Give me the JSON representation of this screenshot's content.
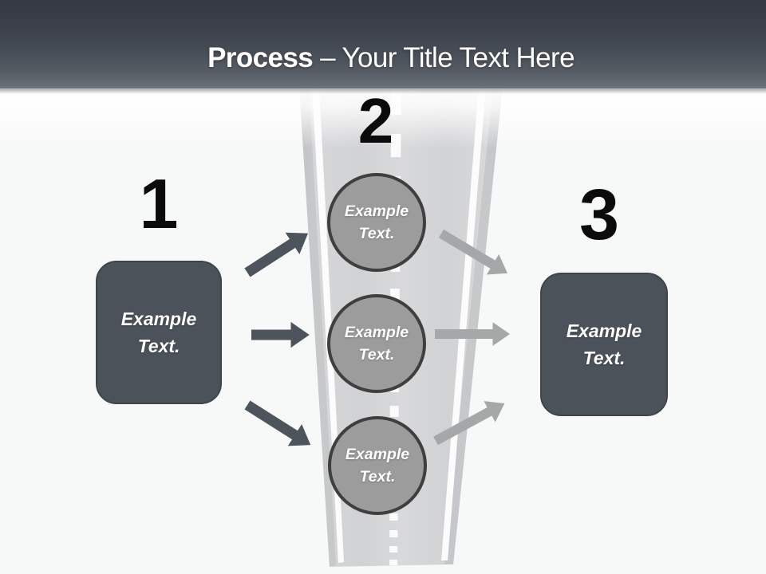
{
  "title": {
    "bold": "Process",
    "rest": "– Your Title Text Here"
  },
  "steps": {
    "one": {
      "number": "1",
      "label": "Example Text."
    },
    "two": {
      "number": "2",
      "circles": [
        {
          "label": "Example Text."
        },
        {
          "label": "Example Text."
        },
        {
          "label": "Example Text."
        }
      ]
    },
    "three": {
      "number": "3",
      "label": "Example Text."
    }
  },
  "colors": {
    "header_top": "#343943",
    "header_bottom": "#6e747b",
    "shape_dark": "#4b525a",
    "arrow_dark": "#4d545c",
    "arrow_light": "#a6a7a8",
    "circle_fill": "#9c9c9c",
    "circle_border": "#3f3f3f",
    "road_surface": "#d3d4d6",
    "lane_line": "#fcfcfc",
    "number_color": "#0b0b0b",
    "title_color": "#ffffff"
  }
}
